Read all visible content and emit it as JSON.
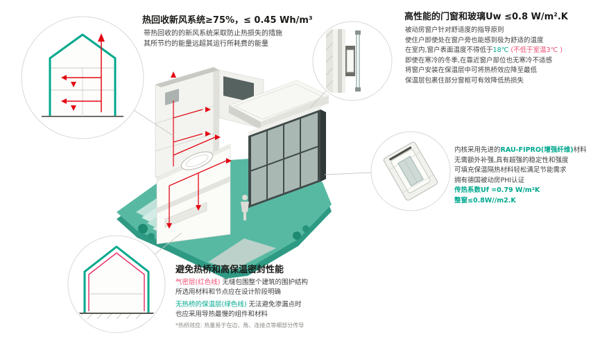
{
  "colors": {
    "green": "#00a88e",
    "pink": "#ee4d72",
    "red": "#e30613",
    "dark": "#3f3f3f",
    "title": "#1a1a18"
  },
  "ventilation": {
    "title": "热回收新风系统≥75%，≤ 0.45 Wh/m³",
    "lines": [
      "带热回收的的新风系统采取防止热损失的措施",
      "其所节约的能量远超其运行所耗费的能量"
    ]
  },
  "windows": {
    "title": "高性能的门窗和玻璃Uw ≤0.8 W/m².K",
    "lines": [
      "被动房窗户针对舒适度的指导原则",
      "使住户即使处在窗户旁也能感到极为舒适的温度",
      [
        {
          "t": "在室内,窗户表面温度不得低于",
          "c": "dark"
        },
        {
          "t": "18℃",
          "c": "green"
        },
        {
          "t": " (不低于室温3℃ )",
          "c": "pink"
        }
      ],
      "即使在寒冷的冬季,在靠近窗户部位也无寒冷不适感",
      "将窗户安装在保温层中可将热桥效应降至最低",
      "保温层包裹住部分窗框可有效降低热损失"
    ]
  },
  "profile": {
    "lines": [
      [
        {
          "t": "内核采用先进的",
          "c": "dark"
        },
        {
          "t": "RAU-FIPRO(增强纤维)",
          "c": "greenb"
        },
        {
          "t": "材料",
          "c": "dark"
        }
      ],
      "无需额外补强,具有超强的稳定性和强度",
      "可填充保温隔热材料轻松满足节能需求",
      "拥有德国被动房PHI认证",
      [
        {
          "t": "传热系数Uf =0.79 W/m²K",
          "c": "greenb"
        }
      ],
      [
        {
          "t": "整窗≤0.8W//m2.K",
          "c": "greenb"
        }
      ]
    ]
  },
  "thermal": {
    "title": "避免热桥和高保温密封性能",
    "airtight": [
      [
        {
          "t": "气密层(红色线)",
          "c": "pink"
        },
        {
          "t": " 无缝包围整个建筑的围护结构",
          "c": "dark"
        }
      ],
      "所选用材料和节点应在设计阶段明确"
    ],
    "bridgefree": [
      [
        {
          "t": "无热桥的保温层(绿色线)",
          "c": "green"
        },
        {
          "t": " 无法避免渗漏点时",
          "c": "dark"
        }
      ],
      "也应采用导热最慢的组件和材料"
    ],
    "footnote": "*热桥效应: 热量易于在边、角、连接点等细部分传导"
  }
}
